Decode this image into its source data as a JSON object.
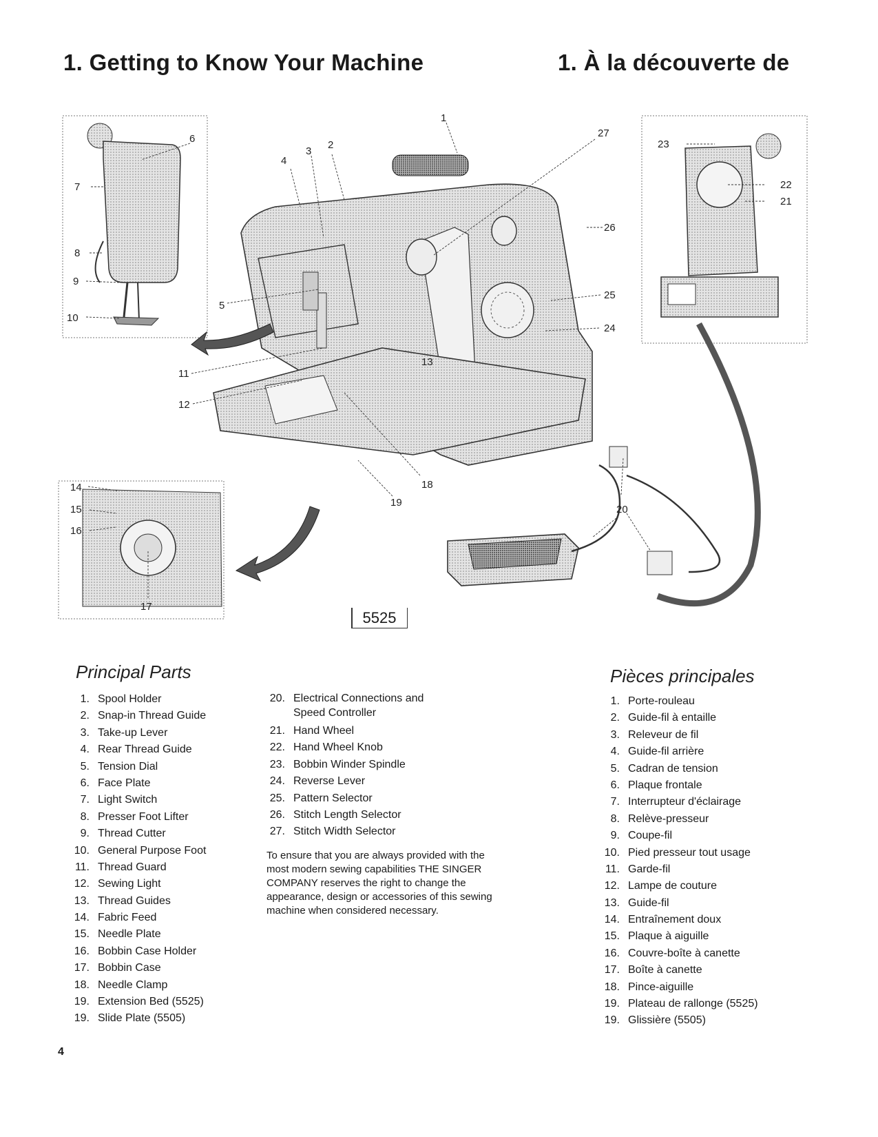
{
  "header": {
    "title_en": "1. Getting to Know Your Machine",
    "title_fr": "1. À la découverte de"
  },
  "figure": {
    "model_number": "5525",
    "callouts": [
      "1",
      "2",
      "3",
      "4",
      "5",
      "6",
      "7",
      "8",
      "9",
      "10",
      "11",
      "12",
      "13",
      "14",
      "15",
      "16",
      "17",
      "18",
      "19",
      "20",
      "21",
      "22",
      "23",
      "24",
      "25",
      "26",
      "27"
    ]
  },
  "principal_parts": {
    "title": "Principal Parts",
    "col1": [
      {
        "num": "1.",
        "label": "Spool Holder"
      },
      {
        "num": "2.",
        "label": "Snap-in Thread Guide"
      },
      {
        "num": "3.",
        "label": "Take-up Lever"
      },
      {
        "num": "4.",
        "label": "Rear Thread Guide"
      },
      {
        "num": "5.",
        "label": "Tension Dial"
      },
      {
        "num": "6.",
        "label": "Face Plate"
      },
      {
        "num": "7.",
        "label": "Light Switch"
      },
      {
        "num": "8.",
        "label": "Presser Foot Lifter"
      },
      {
        "num": "9.",
        "label": "Thread Cutter"
      },
      {
        "num": "10.",
        "label": "General Purpose Foot"
      },
      {
        "num": "11.",
        "label": "Thread Guard"
      },
      {
        "num": "12.",
        "label": "Sewing Light"
      },
      {
        "num": "13.",
        "label": "Thread Guides"
      },
      {
        "num": "14.",
        "label": "Fabric Feed"
      },
      {
        "num": "15.",
        "label": "Needle Plate"
      },
      {
        "num": "16.",
        "label": "Bobbin Case Holder"
      },
      {
        "num": "17.",
        "label": "Bobbin Case"
      },
      {
        "num": "18.",
        "label": "Needle Clamp"
      },
      {
        "num": "19.",
        "label": "Extension Bed (5525)"
      },
      {
        "num": "19.",
        "label": "Slide Plate (5505)"
      }
    ],
    "col2": [
      {
        "num": "20.",
        "label": "Electrical Connections and Speed Controller"
      },
      {
        "num": "21.",
        "label": "Hand Wheel"
      },
      {
        "num": "22.",
        "label": "Hand Wheel Knob"
      },
      {
        "num": "23.",
        "label": "Bobbin Winder Spindle"
      },
      {
        "num": "24.",
        "label": "Reverse Lever"
      },
      {
        "num": "25.",
        "label": "Pattern Selector"
      },
      {
        "num": "26.",
        "label": "Stitch Length Selector"
      },
      {
        "num": "27.",
        "label": "Stitch Width Selector"
      }
    ],
    "notice": "To ensure that you are always provided with the most modern sewing capabilities THE SINGER COMPANY reserves the right to change the appearance, design or accessories of this sewing machine when considered necessary."
  },
  "pieces_principales": {
    "title": "Pièces principales",
    "items": [
      {
        "num": "1.",
        "label": "Porte-rouleau"
      },
      {
        "num": "2.",
        "label": "Guide-fil à entaille"
      },
      {
        "num": "3.",
        "label": "Releveur de fil"
      },
      {
        "num": "4.",
        "label": "Guide-fil arrière"
      },
      {
        "num": "5.",
        "label": "Cadran de tension"
      },
      {
        "num": "6.",
        "label": "Plaque frontale"
      },
      {
        "num": "7.",
        "label": "Interrupteur d'éclairage"
      },
      {
        "num": "8.",
        "label": "Relève-presseur"
      },
      {
        "num": "9.",
        "label": "Coupe-fil"
      },
      {
        "num": "10.",
        "label": "Pied presseur tout usage"
      },
      {
        "num": "11.",
        "label": "Garde-fil"
      },
      {
        "num": "12.",
        "label": "Lampe de couture"
      },
      {
        "num": "13.",
        "label": "Guide-fil"
      },
      {
        "num": "14.",
        "label": "Entraînement doux"
      },
      {
        "num": "15.",
        "label": "Plaque à aiguille"
      },
      {
        "num": "16.",
        "label": "Couvre-boîte à canette"
      },
      {
        "num": "17.",
        "label": "Boîte à canette"
      },
      {
        "num": "18.",
        "label": "Pince-aiguille"
      },
      {
        "num": "19.",
        "label": "Plateau de rallonge (5525)"
      },
      {
        "num": "19.",
        "label": "Glissière (5505)"
      }
    ]
  },
  "page_number": "4",
  "colors": {
    "ink": "#1a1a1a",
    "shade": "#cfcfcf",
    "dark_shade": "#555555"
  }
}
